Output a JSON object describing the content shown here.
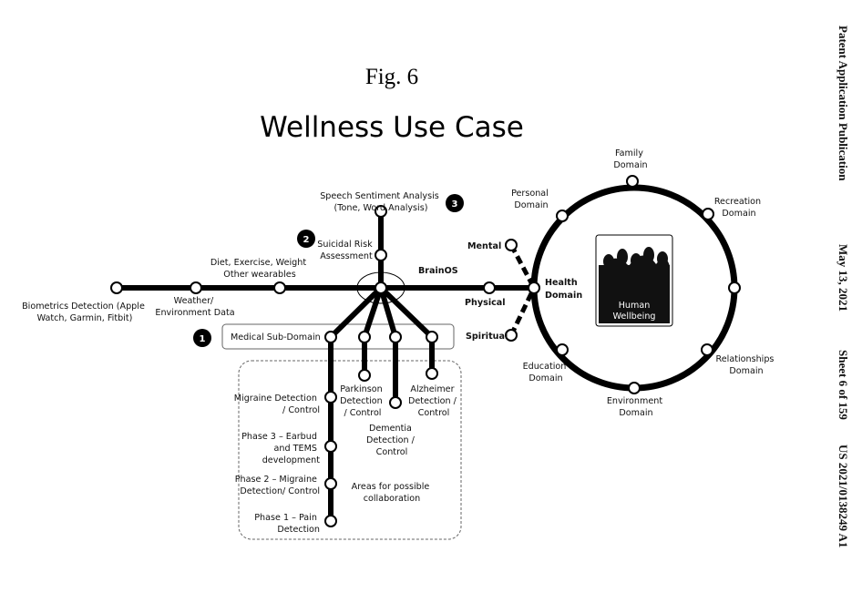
{
  "header": {
    "fig_label": "Fig. 6",
    "title": "Wellness Use Case"
  },
  "sidebar": {
    "publication": "Patent Application Publication",
    "date": "May 13, 2021",
    "sheet": "Sheet 6 of 159",
    "number": "US 2021/0138249 A1"
  },
  "left_line": {
    "biometrics": [
      "Biometrics Detection (Apple",
      "Watch, Garmin, Fitbit)"
    ],
    "weather": [
      "Weather/",
      "Environment Data"
    ],
    "diet": [
      "Diet, Exercise, Weight",
      "Other wearables"
    ]
  },
  "hub": {
    "brainos": "BrainOS",
    "physical": "Physical",
    "mental": "Mental",
    "spiritual": "Spiritual"
  },
  "upper_branch": {
    "suicidal": [
      "Suicidal Risk",
      "Assessment"
    ],
    "speech": [
      "Speech Sentiment Analysis",
      "(Tone, Word Analysis)"
    ]
  },
  "markers": {
    "one": "1",
    "two": "2",
    "three": "3"
  },
  "medical": {
    "subdomain": "Medical Sub-Domain",
    "parkinson": [
      "Parkinson",
      "Detection",
      "/ Control"
    ],
    "alzheimer": [
      "Alzheimer",
      "Detection /",
      "Control"
    ],
    "dementia": [
      "Dementia",
      "Detection /",
      "Control"
    ],
    "migraine": [
      "Migraine Detection",
      "/ Control"
    ],
    "phase3": [
      "Phase 3 – Earbud",
      "and TEMS",
      "development"
    ],
    "phase2": [
      "Phase 2 – Migraine",
      "Detection/ Control"
    ],
    "phase1": [
      "Phase 1 – Pain",
      "Detection"
    ],
    "collab": [
      "Areas for possible",
      "collaboration"
    ]
  },
  "ring": {
    "health": [
      "Health",
      "Domain"
    ],
    "personal": [
      "Personal",
      "Domain"
    ],
    "family": [
      "Family",
      "Domain"
    ],
    "recreation": [
      "Recreation",
      "Domain"
    ],
    "relationships": [
      "Relationships",
      "Domain"
    ],
    "environment": [
      "Environment",
      "Domain"
    ],
    "education": [
      "Education",
      "Domain"
    ],
    "center": [
      "Human",
      "Wellbeing"
    ]
  }
}
